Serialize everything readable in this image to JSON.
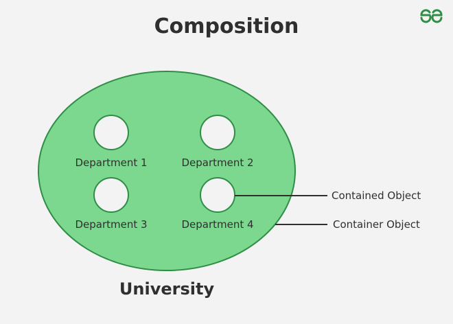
{
  "title": "Composition",
  "logo": {
    "icon": "gfg-logo-icon",
    "color": "#2f8d46"
  },
  "colors": {
    "background": "#f3f3f3",
    "ellipse_fill": "#7dd88f",
    "ellipse_stroke": "#2f8d46",
    "part_fill": "#f3f3f3",
    "text": "#2f2f2f"
  },
  "container": {
    "label": "University"
  },
  "parts": [
    {
      "label": "Department 1"
    },
    {
      "label": "Department 2"
    },
    {
      "label": "Department 3"
    },
    {
      "label": "Department 4"
    }
  ],
  "annotations": {
    "contained": "Contained Object",
    "container": "Container Object"
  }
}
